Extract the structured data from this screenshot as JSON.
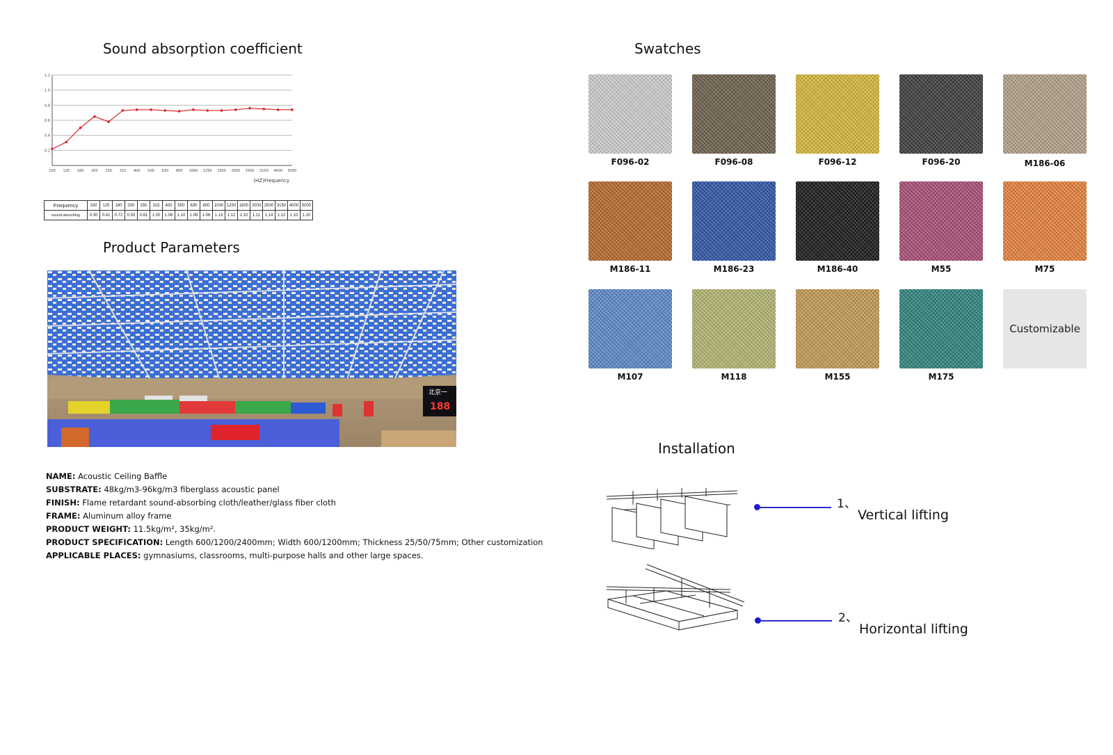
{
  "chart_title": "Sound absorption coefficient",
  "params_title": "Product Parameters",
  "swatches_title": "Swatches",
  "installation_title": "Installation",
  "chart_data": {
    "type": "line",
    "xlabel": "(HZ)Frequency",
    "categories": [
      "100",
      "125",
      "160",
      "200",
      "250",
      "315",
      "400",
      "500",
      "630",
      "800",
      "1000",
      "1250",
      "1600",
      "2000",
      "2500",
      "3150",
      "4000",
      "5000"
    ],
    "values": [
      0.22,
      0.31,
      0.5,
      0.65,
      0.58,
      0.73,
      0.74,
      0.74,
      0.73,
      0.72,
      0.74,
      0.73,
      0.73,
      0.74,
      0.76,
      0.75,
      0.74,
      0.74
    ],
    "yticks": [
      "0.2",
      "0.4",
      "0.6",
      "0.8",
      "1.0",
      "1.2"
    ],
    "ylim": [
      0,
      1.2
    ],
    "grid": true,
    "line_color": "#d8232a"
  },
  "freq_table": {
    "row1_label": "Frequency",
    "row2_label": "sound-absorbing",
    "freqs": [
      "100",
      "125",
      "160",
      "200",
      "250",
      "315",
      "400",
      "500",
      "630",
      "800",
      "1000",
      "1250",
      "1600",
      "2000",
      "2500",
      "3150",
      "4000",
      "5000"
    ],
    "coefs": [
      "0.30",
      "0.41",
      "0.72",
      "0.93",
      "0.81",
      "1.00",
      "1.06",
      "1.10",
      "1.08",
      "1.06",
      "1.13",
      "1.12",
      "1.10",
      "1.11",
      "1.14",
      "1.12",
      "1.10",
      "1.10"
    ]
  },
  "params": [
    {
      "label": "NAME:",
      "value": "Acoustic Ceiling Baffle"
    },
    {
      "label": "SUBSTRATE:",
      "value": "48kg/m3-96kg/m3 fiberglass acoustic panel"
    },
    {
      "label": "FINISH:",
      "value": "Flame retardant sound-absorbing cloth/leather/glass fiber cloth"
    },
    {
      "label": "FRAME:",
      "value": "Aluminum alloy frame"
    },
    {
      "label": "PRODUCT WEIGHT:",
      "value": "11.5kg/m², 35kg/m²."
    },
    {
      "label": "PRODUCT SPECIFICATION:",
      "value": "Length 600/1200/2400mm; Width 600/1200mm; Thickness 25/50/75mm; Other customization"
    },
    {
      "label": "APPLICABLE PLACES:",
      "value": "gymnasiums, classrooms, multi-purpose halls and other large spaces."
    }
  ],
  "photo": {
    "alt": "gymnasium ceiling with acoustic baffles",
    "scoreboard": "北京一",
    "scoreboard_digits": "188"
  },
  "swatches": [
    {
      "code": "F096-02",
      "color": "#cfcfd1"
    },
    {
      "code": "F096-08",
      "color": "#6e5f4c"
    },
    {
      "code": "F096-12",
      "color": "#d8b93a"
    },
    {
      "code": "F096-20",
      "color": "#3c3c3e"
    },
    {
      "code": "M186-06",
      "color": "#b3a28a"
    },
    {
      "code": "M186-11",
      "color": "#b8692b"
    },
    {
      "code": "M186-23",
      "color": "#2e55a8"
    },
    {
      "code": "M186-40",
      "color": "#181818"
    },
    {
      "code": "M55",
      "color": "#a94d76"
    },
    {
      "code": "M75",
      "color": "#e8823a"
    },
    {
      "code": "M107",
      "color": "#5b8ac8"
    },
    {
      "code": "M118",
      "color": "#b4b672"
    },
    {
      "code": "M155",
      "color": "#c59a54"
    },
    {
      "code": "M175",
      "color": "#2f837e"
    }
  ],
  "custom_swatch": "Customizable",
  "installation": [
    {
      "num": "1、",
      "text": "Vertical lifting"
    },
    {
      "num": "2、",
      "text": "Horizontal lifting"
    }
  ]
}
